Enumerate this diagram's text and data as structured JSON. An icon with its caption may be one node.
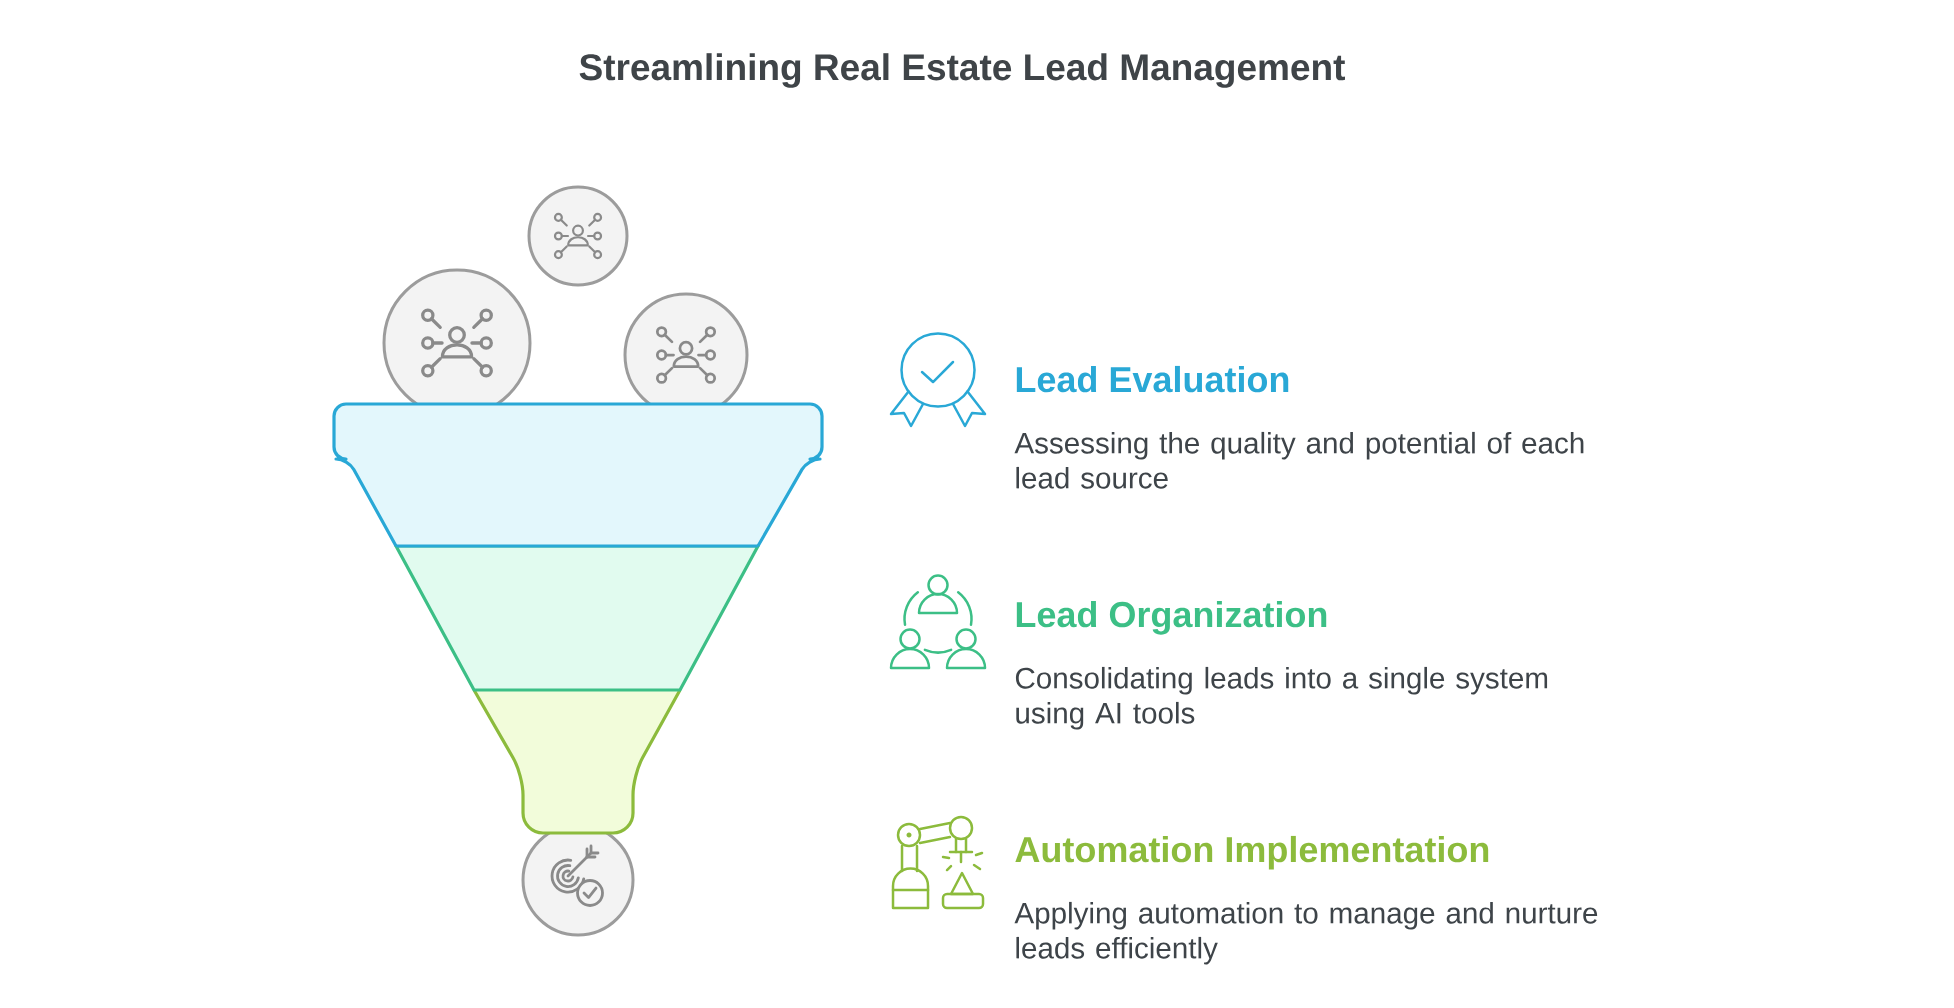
{
  "diagram": {
    "title": "Streamlining Real Estate Lead Management",
    "labels": [
      "Lead Evaluation",
      "Assessing the quality and potential of each lead source",
      "Lead Organization",
      "Consolidating leads into a single system using AI tools",
      "Automation Implementation",
      "Applying automation to manage and nurture leads efficiently"
    ]
  }
}
